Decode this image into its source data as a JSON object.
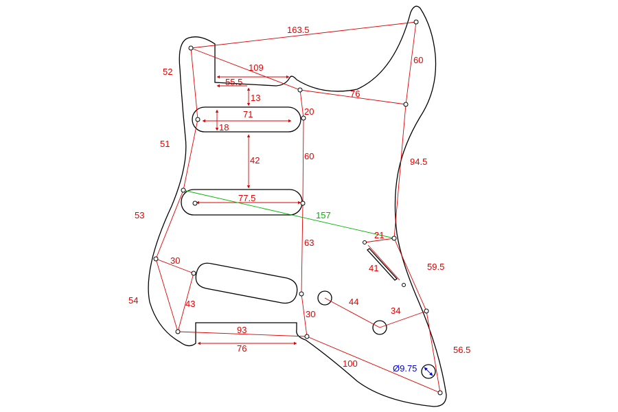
{
  "dimensions": {
    "top_span": "163.5",
    "upper_right_vertical": "60",
    "upper_left_diagonal": "52",
    "neck_width": "109",
    "neck_depth": "55.5",
    "neck_to_pickup_gap": "13",
    "neck_screw_to_right": "76",
    "neck_pickup_length": "71",
    "screw_gap_20": "20",
    "pickup_height": "18",
    "left_edge_51": "51",
    "pickup_spacing_42": "42",
    "middle_vertical_60": "60",
    "right_edge_94_5": "94.5",
    "middle_pickup_length": "77.5",
    "diagonal_157": "157",
    "left_edge_53": "53",
    "selector_offset_21": "21",
    "lower_vertical_63": "63",
    "bridge_pickup_offset_30": "30",
    "selector_slot_41": "41",
    "right_edge_59_5": "59.5",
    "left_edge_54": "54",
    "bridge_pickup_43": "43",
    "pot_spacing_44": "44",
    "pot_spacing_34": "34",
    "bottom_vertical_30": "30",
    "bottom_span_93": "93",
    "lower_right_56_5": "56.5",
    "bottom_cut_76": "76",
    "bottom_diagonal_100": "100",
    "jack_hole_diameter": "Ø9.75"
  },
  "colors": {
    "outline": "#000000",
    "dimension": "#e00000",
    "highlight": "#00b400",
    "diameter": "#0000e0"
  }
}
